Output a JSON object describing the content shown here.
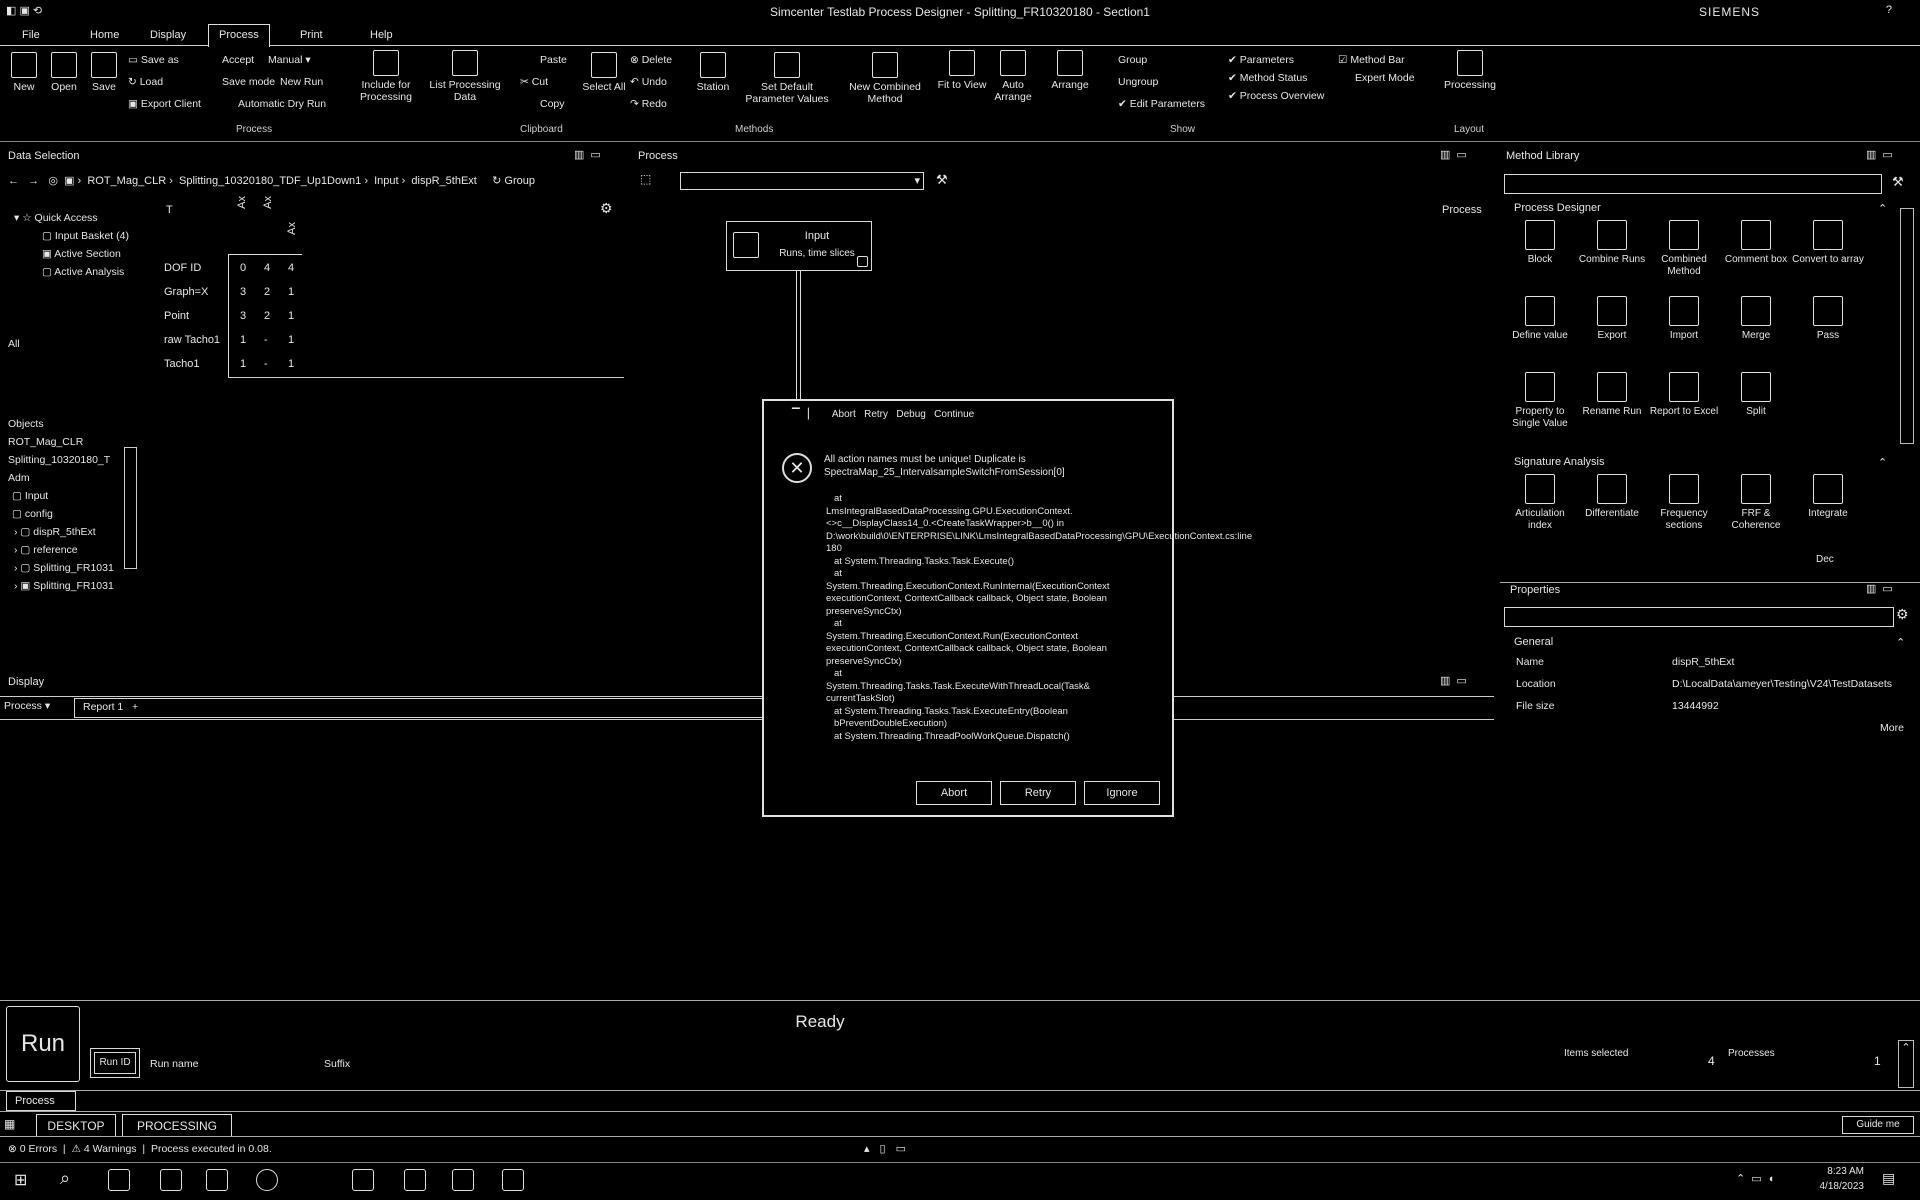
{
  "window": {
    "title": "Simcenter Testlab Process Designer - Splitting_FR10320180 - Section1",
    "brand": "SIEMENS",
    "help": "?"
  },
  "menu_tabs": [
    "File",
    "Home",
    "Display",
    "Process",
    "Print",
    "Help"
  ],
  "ribbon": {
    "file": {
      "new": "New",
      "open": "Open",
      "save": "Save",
      "save_as": "Save as",
      "load": "Load",
      "export_client": "Export Client"
    },
    "process": {
      "accept": "Accept",
      "manual": "Manual",
      "save_mode": "Save mode",
      "new_run": "New Run",
      "automatic_dry_run": "Automatic Dry Run",
      "include_for_processing": "Include for Processing",
      "list_processing_data": "List Processing Data"
    },
    "clipboard": {
      "paste": "Paste",
      "cut": "Cut",
      "copy": "Copy",
      "select_all": "Select All",
      "delete": "Delete",
      "undo": "Undo",
      "redo": "Redo"
    },
    "methods": {
      "station": "Station",
      "set_default_parameter_values": "Set Default Parameter Values",
      "new_combined_method": "New Combined Method"
    },
    "view": {
      "fit_to_view": "Fit to View",
      "auto_arrange": "Auto Arrange",
      "arrange": "Arrange",
      "group": "Group",
      "ungroup": "Ungroup",
      "edit_parameters": "Edit Parameters"
    },
    "show": {
      "parameters": "Parameters",
      "method_status": "Method Status",
      "process_overview": "Process Overview",
      "method_bar": "Method Bar",
      "expert_mode": "Expert Mode"
    },
    "layout": {
      "processing": "Processing"
    },
    "groups": {
      "process": "Process",
      "clipboard": "Clipboard",
      "methods": "Methods",
      "show": "Show",
      "layout": "Layout"
    }
  },
  "data_selection": {
    "title": "Data Selection",
    "path": [
      "ROT_Mag_CLR",
      "Splitting_10320180_TDF_Up1Down1",
      "Input",
      "dispR_5thExt"
    ],
    "group_label": "Group",
    "quick_access": "Quick Access",
    "quick_items": [
      "Input Basket (4)",
      "Active Section",
      "Active Analysis"
    ],
    "col_heads": [
      "T",
      "Ax",
      "Ax",
      "Ax"
    ],
    "rows": [
      {
        "label": "DOF ID",
        "vals": [
          "0",
          "4",
          "4"
        ]
      },
      {
        "label": "Graph=X",
        "vals": [
          "3",
          "2",
          "1"
        ]
      },
      {
        "label": "Point",
        "vals": [
          "3",
          "2",
          "1"
        ]
      },
      {
        "label": "raw Tacho1",
        "vals": [
          "1",
          "-",
          "1"
        ]
      },
      {
        "label": "Tacho1",
        "vals": [
          "1",
          "-",
          "1"
        ]
      }
    ],
    "side_labels": [
      "All"
    ],
    "tree": [
      "Objects",
      "ROT_Mag_CLR",
      "Splitting_10320180_T",
      "Adm",
      "Input",
      "config",
      "dispR_5thExt",
      "reference",
      "Splitting_FR1031",
      "Splitting_FR1031"
    ]
  },
  "process_panel": {
    "title": "Process",
    "side_label": "Process",
    "node_title": "Input",
    "node_sub": "Runs, time slices"
  },
  "error_dialog": {
    "title_items": [
      "Abort",
      "Retry",
      "Debug",
      "Continue"
    ],
    "message": "All action names must be unique! Duplicate is SpectraMap_25_IntervalsampleSwitchFromSession[0]",
    "trace": [
      "at",
      "LmsIntegralBasedDataProcessing.GPU.ExecutionContext.<>c__DisplayClass14_0.<CreateTaskWrapper>b__0() in",
      "D:\\work\\build\\0\\ENTERPRISE\\LINK\\LmsIntegralBasedDataProcessing\\GPU\\ExecutionContext.cs:line 180",
      "at System.Threading.Tasks.Task.Execute()",
      "at",
      "System.Threading.ExecutionContext.RunInternal(ExecutionContext executionContext, ContextCallback callback, Object state, Boolean preserveSyncCtx)",
      "at",
      "System.Threading.ExecutionContext.Run(ExecutionContext executionContext, ContextCallback callback, Object state, Boolean preserveSyncCtx)",
      "at",
      "System.Threading.Tasks.Task.ExecuteWithThreadLocal(Task& currentTaskSlot)",
      "at System.Threading.Tasks.Task.ExecuteEntry(Boolean bPreventDoubleExecution)",
      "at System.Threading.ThreadPoolWorkQueue.Dispatch()"
    ],
    "buttons": {
      "abort": "Abort",
      "retry": "Retry",
      "ignore": "Ignore"
    }
  },
  "display_panel": {
    "title": "Display",
    "tab_process": "Process",
    "tab_report": "Report 1"
  },
  "method_library": {
    "title": "Method Library",
    "section_pd": "Process Designer",
    "pd_items": [
      "Block",
      "Combine Runs",
      "Combined Method",
      "Comment box",
      "Convert to array",
      "Define value",
      "Export",
      "Import",
      "Merge",
      "Pass",
      "Property to Single Value",
      "Rename Run",
      "Report to Excel",
      "Split"
    ],
    "section_sa": "Signature Analysis",
    "sa_items": [
      "Articulation index",
      "Differentiate",
      "Frequency sections",
      "FRF & Coherence",
      "Integrate"
    ],
    "sa_partial": [
      "Dec"
    ]
  },
  "properties": {
    "title": "Properties",
    "section": "General",
    "rows": [
      {
        "key": "Name",
        "val": "dispR_5thExt"
      },
      {
        "key": "Location",
        "val": "D:\\LocalData\\ameyer\\Testing\\V24\\TestDatasets"
      },
      {
        "key": "File size",
        "val": "13444992"
      }
    ],
    "more": "More"
  },
  "run_bar": {
    "run_label": "Run",
    "status": "Ready",
    "run_id_btn": "Run ID",
    "run_name": "Run name",
    "suffix": "Suffix",
    "items_selected_label": "Items selected",
    "items_selected": "4",
    "processes_label": "Processes",
    "processes": "1"
  },
  "process_tab": "Process",
  "bottom_tabs": [
    "DESKTOP",
    "PROCESSING"
  ],
  "guide_me": "Guide me",
  "status_bar": {
    "errors": "0 Errors",
    "warnings": "4 Warnings",
    "message": "Process executed in 0.08."
  },
  "taskbar": {
    "time": "8:23 AM",
    "date": "4/18/2023"
  }
}
